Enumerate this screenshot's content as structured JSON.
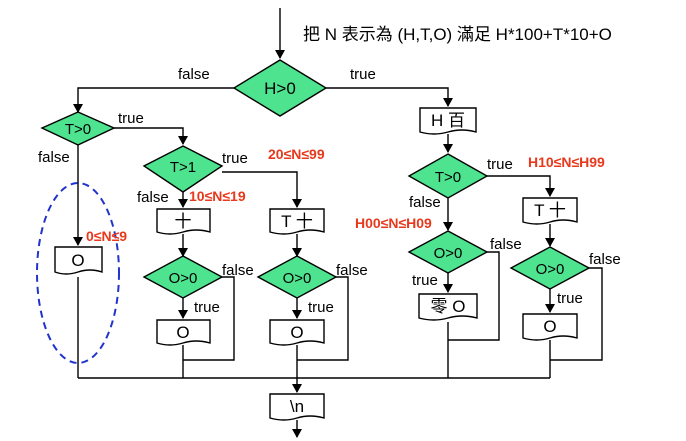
{
  "title": "把 N 表示為 (H,T,O) 滿足 H*100+T*10+O",
  "decisions": {
    "h_gt_0": "H>0",
    "t_gt_0_left": "T>0",
    "t_gt_1": "T>1",
    "o_gt_0_a": "O>0",
    "o_gt_0_b": "O>0",
    "t_gt_0_right": "T>0",
    "o_gt_0_c": "O>0",
    "o_gt_0_d": "O>0"
  },
  "outputs": {
    "o_left": "O",
    "ten": "十",
    "t_ten_left": "T 十",
    "o_a": "O",
    "o_b": "O",
    "h_hundred": "H 百",
    "t_ten_right": "T 十",
    "zero_o": "零 O",
    "o_d": "O",
    "newline": "\\n"
  },
  "branch_labels": {
    "true": "true",
    "false": "false"
  },
  "ranges": {
    "r0_9": "0≤N≤9",
    "r10_19": "10≤N≤19",
    "r20_99": "20≤N≤99",
    "h00_h09": "H00≤N≤H09",
    "h10_h99": "H10≤N≤H99"
  },
  "colors": {
    "decision_fill": "#4ee38f",
    "range_text": "#e8391d",
    "highlight_ellipse": "#2233cc"
  }
}
